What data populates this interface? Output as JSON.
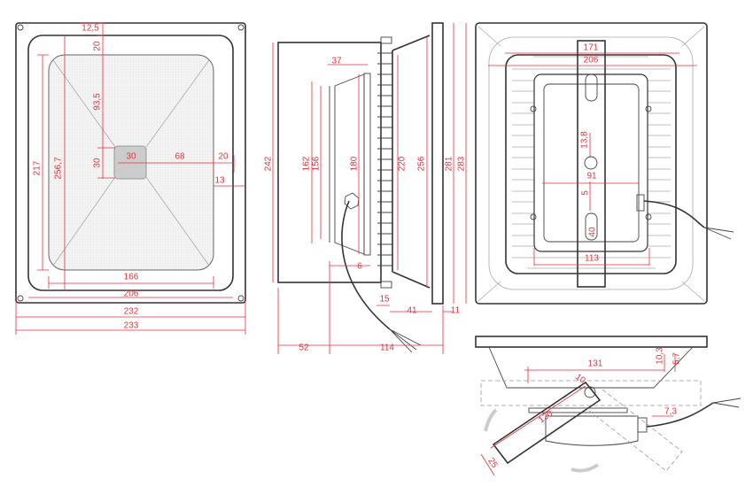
{
  "colors": {
    "dimension": "#e4323f",
    "outline": "#333333",
    "hidden": "#999999"
  },
  "front_view": {
    "dims": {
      "d12_5": "12,5",
      "d20_top": "20",
      "d93_5": "93,5",
      "d30_v": "30",
      "d30_h": "30",
      "d68": "68",
      "d20_right": "20",
      "d13": "13",
      "d217": "217",
      "d256_7": "256,7",
      "d166": "166",
      "d206": "206",
      "d232": "232",
      "d233": "233"
    }
  },
  "side_view": {
    "dims": {
      "d37": "37",
      "d162": "162",
      "d156": "156",
      "d180": "180",
      "d220": "220",
      "d256": "256",
      "d281": "281",
      "d283": "283",
      "d242": "242",
      "d6": "6",
      "d15": "15",
      "d41": "41",
      "d11": "11",
      "d52": "52",
      "d114": "114"
    }
  },
  "back_view": {
    "dims": {
      "d171": "171",
      "d206": "206",
      "d13_8": "13,8",
      "d91": "91",
      "d5": "5",
      "d40": "40",
      "d113": "113"
    }
  },
  "bottom_view": {
    "dims": {
      "d131": "131",
      "d10_3": "10,3",
      "d5_7": "5,7",
      "d10": "10",
      "d120": "120",
      "d25": "25",
      "d7_3": "7,3"
    }
  }
}
